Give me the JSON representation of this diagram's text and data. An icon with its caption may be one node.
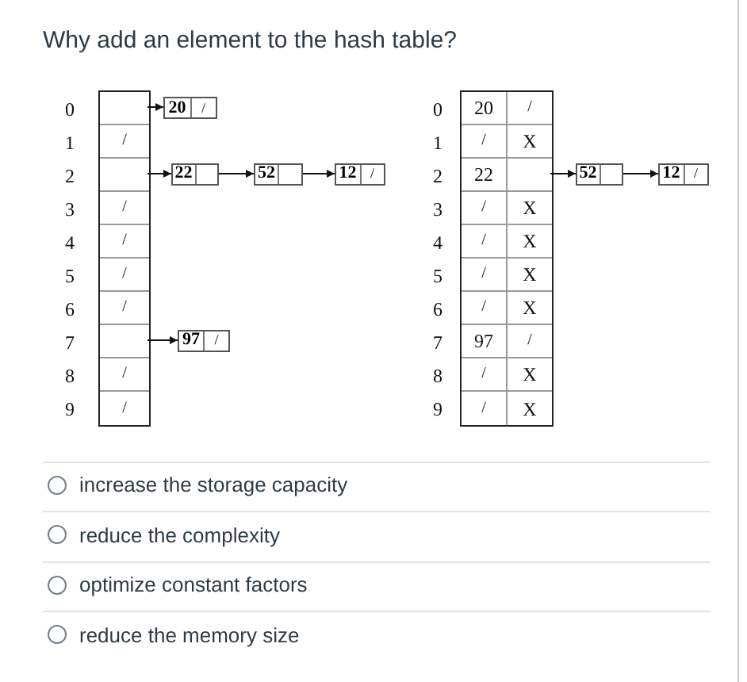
{
  "diagram": {
    "title": "Why add an element to the hash table?",
    "nodes": [
      {
        "text": [],
        "shape": "box"
      },
      {
        "text": [],
        "shape": "box",
        "in": 0
      },
      {
        "text": [
          "/"
        ],
        "in": 0
      },
      {
        "text": [],
        "shape": "box",
        "in": 0
      },
      {
        "text": [
          "/"
        ],
        "in": 0
      },
      {
        "text": [
          "/"
        ],
        "in": 0
      },
      {
        "text": [
          "/"
        ],
        "in": 0
      },
      {
        "text": [
          "/"
        ],
        "in": 0
      },
      {
        "text": [],
        "shape": "box",
        "in": 0
      },
      {
        "text": [
          "/"
        ],
        "in": 0
      },
      {
        "text": [
          "/"
        ],
        "in": 0
      },
      {
        "text": [
          "20",
          "/"
        ]
      },
      {
        "text": [
          "22"
        ]
      },
      {
        "text": [
          "52"
        ]
      },
      {
        "text": [
          "12",
          "/"
        ]
      },
      {
        "text": [
          "97",
          "/"
        ]
      },
      {
        "text": [],
        "shape": "box"
      },
      {
        "text": [
          "20",
          "/"
        ],
        "in": 16
      },
      {
        "text": [
          "/",
          "X"
        ],
        "in": 16
      },
      {
        "text": [
          "22"
        ],
        "in": 16
      },
      {
        "text": [
          "/",
          "X"
        ],
        "in": 16
      },
      {
        "text": [
          "/",
          "X"
        ],
        "in": 16
      },
      {
        "text": [
          "/",
          "X"
        ],
        "in": 16
      },
      {
        "text": [
          "/",
          "X"
        ],
        "in": 16
      },
      {
        "text": [
          "97",
          "/"
        ],
        "in": 16
      },
      {
        "text": [
          "/",
          "X"
        ],
        "in": 16
      },
      {
        "text": [
          "/",
          "X"
        ],
        "in": 16
      },
      {
        "text": [
          "52"
        ]
      },
      {
        "text": [
          "12",
          "/"
        ]
      }
    ],
    "edges": [
      {
        "from": 1,
        "to": 11,
        "arrow": "to"
      },
      {
        "from": 3,
        "to": 12,
        "arrow": "to"
      },
      {
        "from": 12,
        "to": 13,
        "arrow": "to"
      },
      {
        "from": 13,
        "to": 14,
        "arrow": "to"
      },
      {
        "from": 8,
        "to": 15,
        "arrow": "to"
      },
      {
        "from": 19,
        "to": 27,
        "arrow": "to"
      },
      {
        "from": 27,
        "to": 28,
        "arrow": "to"
      }
    ],
    "labels": [
      "0",
      "1",
      "2",
      "3",
      "4",
      "5",
      "6",
      "7",
      "8",
      "9",
      "0",
      "1",
      "2",
      "3",
      "4",
      "5",
      "6",
      "7",
      "8",
      "9",
      "increase the storage capacity",
      "reduce the complexity",
      "optimize constant factors",
      "reduce the memory size"
    ]
  }
}
